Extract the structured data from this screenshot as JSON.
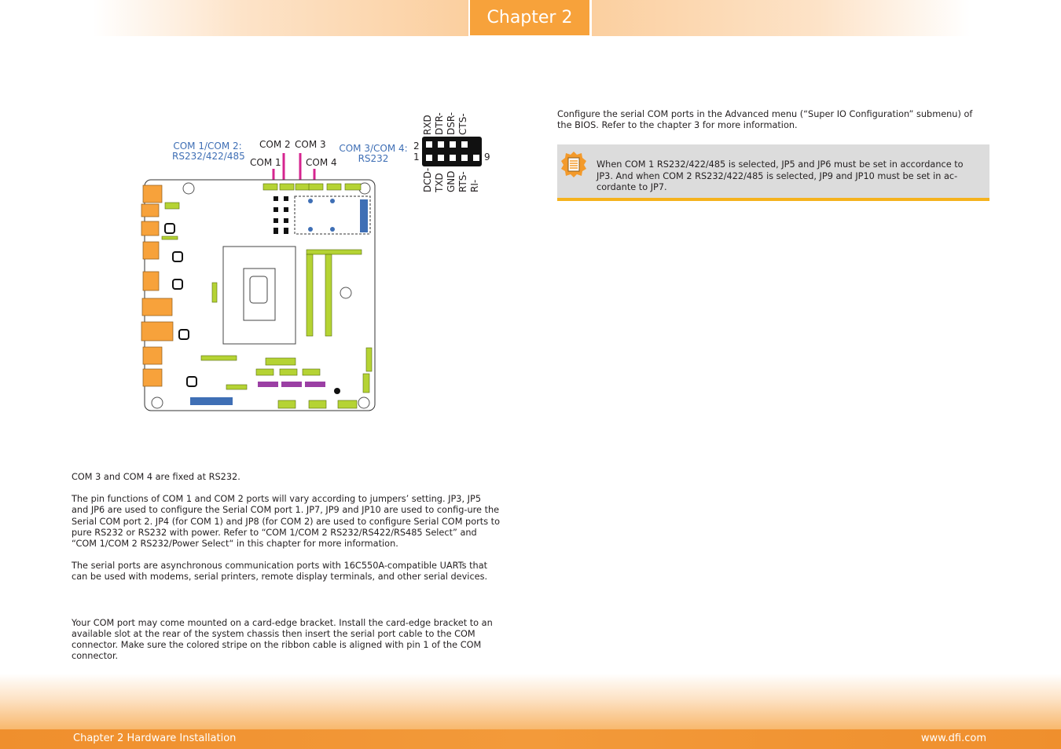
{
  "header": {
    "chapter_tab": "Chapter 2"
  },
  "diagram": {
    "label_com12_line1": "COM 1/COM 2:",
    "label_com12_line2": "RS232/422/485",
    "label_com2": "COM 2",
    "label_com3": "COM 3",
    "label_com1": "COM 1",
    "label_com4": "COM 4",
    "label_com34_line1": "COM 3/COM 4:",
    "label_com34_line2": "RS232",
    "pin_2": "2",
    "pin_1": "1",
    "pin_9": "9",
    "top_pins": [
      "RXD",
      "DTR-",
      "DSR-",
      "CTS-"
    ],
    "bottom_pins": [
      "DCD-",
      "TXD",
      "GND",
      "RTS-",
      "RI-"
    ]
  },
  "left_text": {
    "p1": "COM 3 and COM 4 are fixed at RS232.",
    "p2": "The pin functions of COM 1 and COM 2 ports will vary according to jumpers’ setting. JP3, JP5 and JP6 are used to configure the Serial COM port 1. JP7, JP9 and JP10 are used to config-ure the Serial COM port 2. JP4 (for COM 1) and JP8 (for COM 2) are used to configure Serial COM ports to pure RS232 or RS232 with power. Refer to “COM 1/COM 2 RS232/RS422/RS485 Select” and “COM 1/COM 2 RS232/Power Select“ in this chapter for more information.",
    "p3": "The serial ports are asynchronous communication ports with 16C550A-compatible UARTs that can be used with modems, serial printers, remote display terminals, and other serial devices.",
    "p4": "Your COM port may come mounted on a card-edge bracket. Install the card-edge bracket to an available slot at the rear of the system chassis then insert the serial port cable to the COM connector. Make sure the colored stripe on the ribbon cable is aligned with pin 1 of the COM connector."
  },
  "right_text": {
    "p1": "Configure the serial COM ports in the Advanced menu (“Super IO Configuration” submenu) of the BIOS. Refer to the chapter 3 for more information."
  },
  "note": {
    "icon": "note-icon",
    "text": "When COM 1 RS232/422/485 is selected, JP5 and JP6 must be set in accordance to JP3. And when COM 2 RS232/422/485 is selected, JP9 and JP10 must be set in ac-cordante to JP7."
  },
  "footer": {
    "left": "Chapter 2 Hardware Installation",
    "right": "www.dfi.com"
  }
}
